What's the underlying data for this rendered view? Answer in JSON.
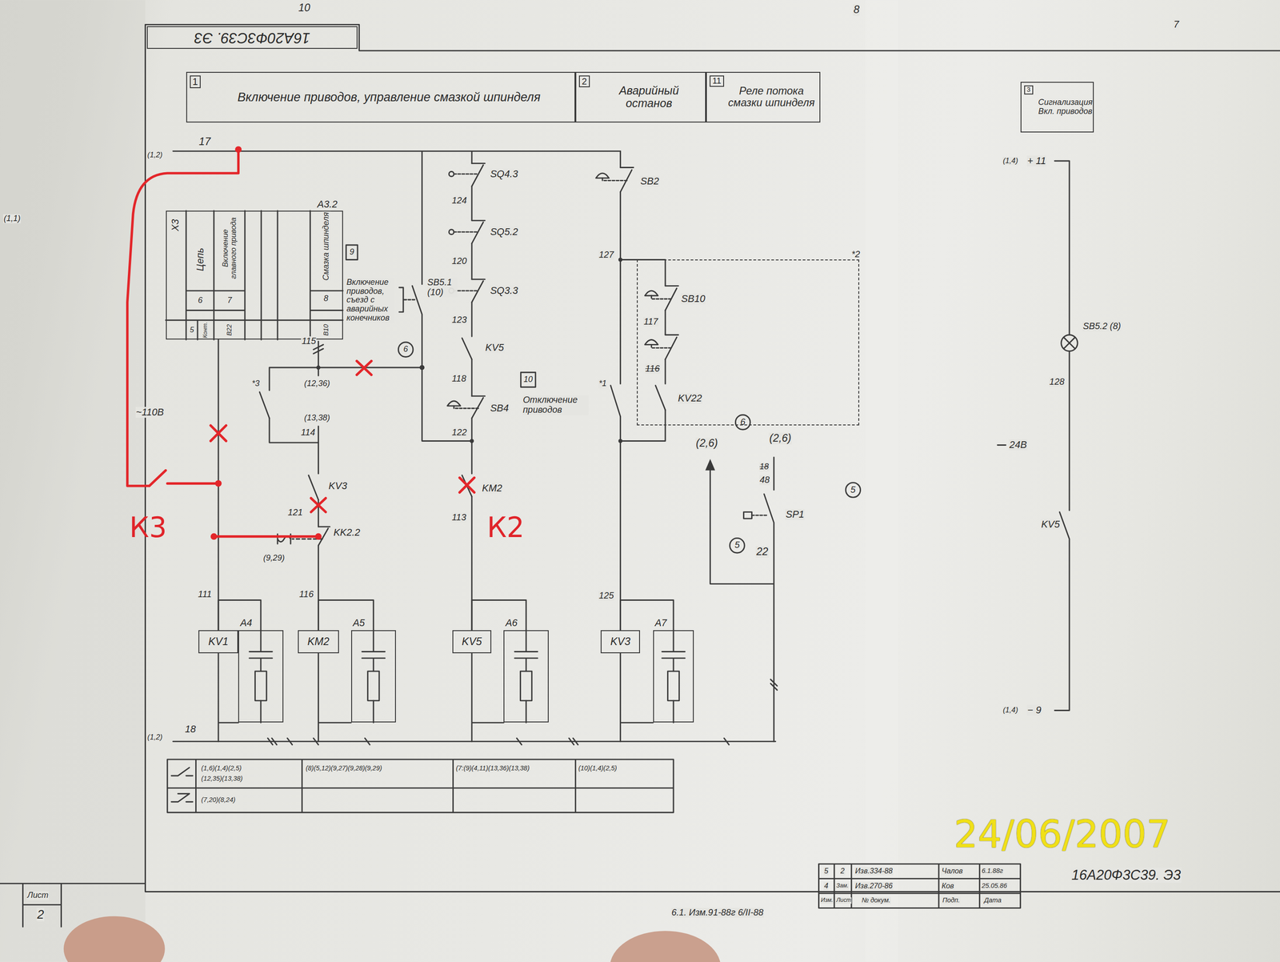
{
  "diagram": {
    "nodes": [
      {
        "text": [
          "16А20Ф3С39. Э3"
        ]
      },
      {
        "text": [
          "1",
          "Включение приводов, управление смазкой шпинделя"
        ]
      },
      {
        "text": [
          "2",
          "Аварийный останов"
        ]
      },
      {
        "text": [
          "11",
          "Реле потока смазки шпинделя"
        ]
      },
      {
        "text": [
          "3",
          "Сигнализация Вкл. приводов"
        ]
      },
      {
        "text": [
          "A3.2"
        ]
      },
      {
        "text": [
          "KV1"
        ]
      },
      {
        "text": [
          "A4"
        ]
      },
      {
        "text": [
          "KM2"
        ]
      },
      {
        "text": [
          "A5"
        ]
      },
      {
        "text": [
          "KV5"
        ]
      },
      {
        "text": [
          "A6"
        ]
      },
      {
        "text": [
          "KV3"
        ]
      },
      {
        "text": [
          "A7"
        ]
      },
      {
        "text": [
          "*2"
        ]
      }
    ],
    "edges": [
      {
        "from": 6,
        "to": 7,
        "arrow": "none"
      },
      {
        "from": 8,
        "to": 9,
        "arrow": "none"
      },
      {
        "from": 10,
        "to": 11,
        "arrow": "none"
      },
      {
        "from": 12,
        "to": 13,
        "arrow": "none"
      }
    ],
    "labels": [
      "10",
      "8",
      "7",
      "(1,1)",
      "(1,2)",
      "17",
      "~110В",
      "X3",
      "Цепь",
      "5",
      "Конт.",
      "6",
      "Включение главного привода",
      "7",
      "B22",
      "8",
      "Смазка шпинделя",
      "B10",
      "115",
      "(12,36)",
      "(13,38)",
      "*3",
      "114",
      "KV3",
      "121",
      "KK2.2",
      "(9,29)",
      "111",
      "116",
      "9",
      "Включение приводов, съезд с аварийных конечников",
      "SB5.1 (10)",
      "6",
      "SQ4.3",
      "124",
      "SQ5.2",
      "120",
      "SQ3.3",
      "123",
      "KV5",
      "118",
      "SB4",
      "122",
      "KM2",
      "113",
      "К2",
      "К3",
      "10",
      "Отключение приводов",
      "SB2",
      "127",
      "SB10",
      "117",
      "116",
      "KV22",
      "*1",
      "125",
      "(2,6)",
      "(2,6)",
      "18",
      "48",
      "SP1",
      "22",
      "6",
      "5",
      "5",
      "(1,2)",
      "18",
      "(1,4)",
      "+ 11",
      "SB5.2 (8)",
      "128",
      "24В",
      "KV5",
      "(1,4)",
      "− 9",
      "(1,6)(1,4)(2,5)",
      "(12,35)(13,38)",
      "(7,20)(8,24)",
      "(8)(5,12)(9,27)(9,28)(9,29)",
      "(7:(9)(4,11)(13,36)(13,38)",
      "(10)(1,4)(2,5)",
      "5",
      "2",
      "Изв.334-88",
      "Чалов",
      "6.1.88г",
      "4",
      "Зам.",
      "Изв.270-86",
      "Ков",
      "25.05.86",
      "Изм.",
      "Лист",
      "№ докум.",
      "Подп.",
      "Дата",
      "16А20Ф3С39. Э3",
      "Лист",
      "2",
      "6.1. Изм.91-88г 6/II-88",
      "24/06/2007"
    ]
  }
}
